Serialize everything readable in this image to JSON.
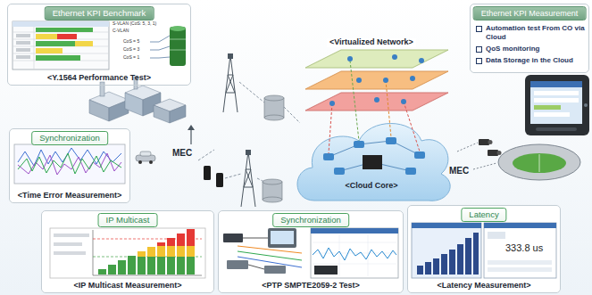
{
  "diagram": {
    "nodes": [
      {
        "text": [
          "Ethernet KPI Benchmark",
          "<Y.1564 Performance Test>"
        ]
      },
      {
        "text": [
          "Ethernet KPI Measurement",
          "Automation test From CO via Cloud",
          "QoS monitoring",
          "Data Storage in the Cloud"
        ]
      },
      {
        "text": [
          "Synchronization",
          "<Time Error Measurement>"
        ]
      },
      {
        "text": [
          "<Cloud Core>"
        ]
      },
      {
        "text": [
          "IP Multicast",
          "<IP Multicast Measurement>"
        ]
      },
      {
        "text": [
          "Synchronization",
          "<PTP SMPTE2059-2 Test>"
        ]
      },
      {
        "text": [
          "Latency",
          "<Latency Measurement>"
        ]
      }
    ],
    "labels": [
      "<Virtualized Network>",
      "MEC",
      "MEC",
      "333.8 us",
      "S-VLAN (CoS: 5, 3, 1)",
      "C-VLAN",
      "CoS = 5",
      "CoS = 3",
      "CoS = 1"
    ]
  }
}
